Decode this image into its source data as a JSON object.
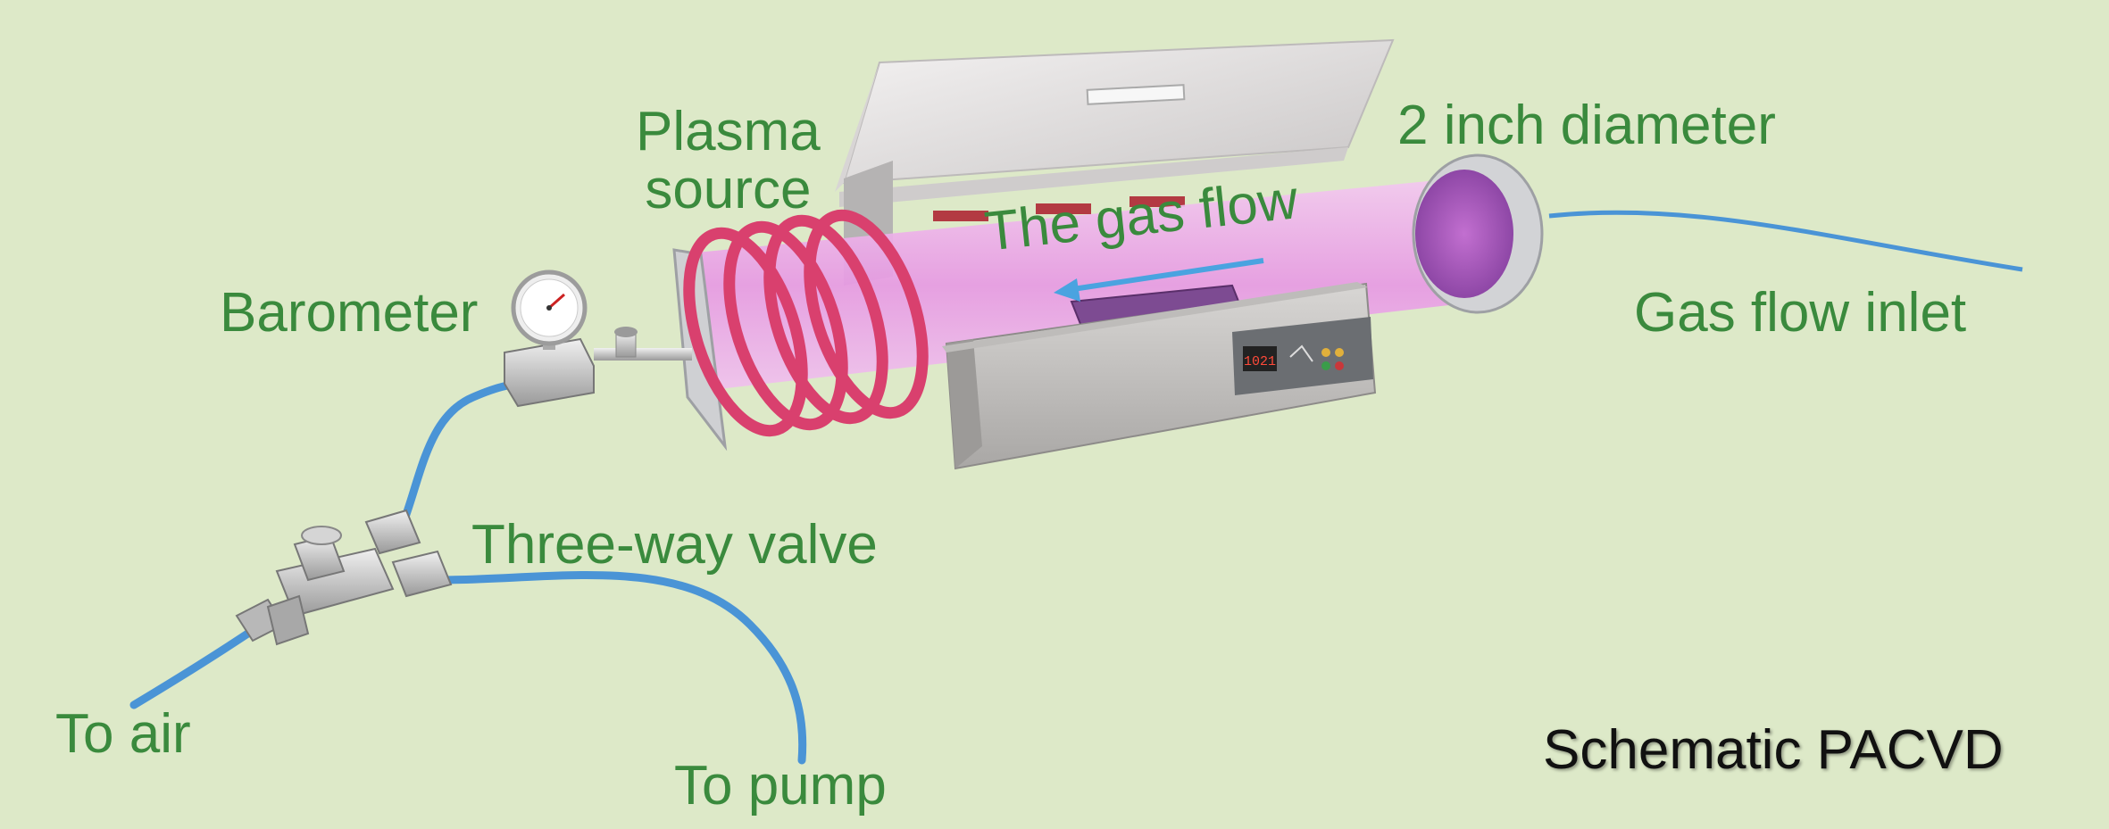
{
  "labels": {
    "plasma_source": "Plasma\nsource",
    "diameter": "2 inch diameter",
    "gas_flow": "The gas flow",
    "barometer": "Barometer",
    "gas_inlet": "Gas flow inlet",
    "three_way_valve": "Three-way valve",
    "to_air": "To air",
    "to_pump": "To pump",
    "caption": "Schematic PACVD"
  },
  "controller_display": "1021",
  "colors": {
    "background": "#dde9c8",
    "label_green": "#3a8a3d",
    "tube_pipe": "#4a94d6",
    "coil": "#d9406e",
    "plasma": "#e9a8e6",
    "furnace_body": "#b9b9b9",
    "arrow": "#4aa3e0"
  },
  "icons": [
    "pressure-gauge-icon",
    "three-way-valve-icon",
    "tube-furnace-icon",
    "rf-coil-icon"
  ]
}
